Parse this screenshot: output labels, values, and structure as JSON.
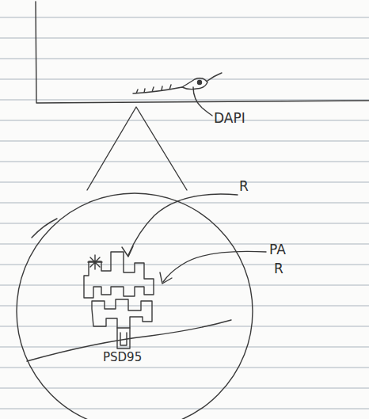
{
  "diagram": {
    "nodes": [
      {
        "text": [
          "PSD95"
        ]
      }
    ],
    "labels": [
      "DAPI",
      "R",
      "PA",
      "R"
    ]
  }
}
